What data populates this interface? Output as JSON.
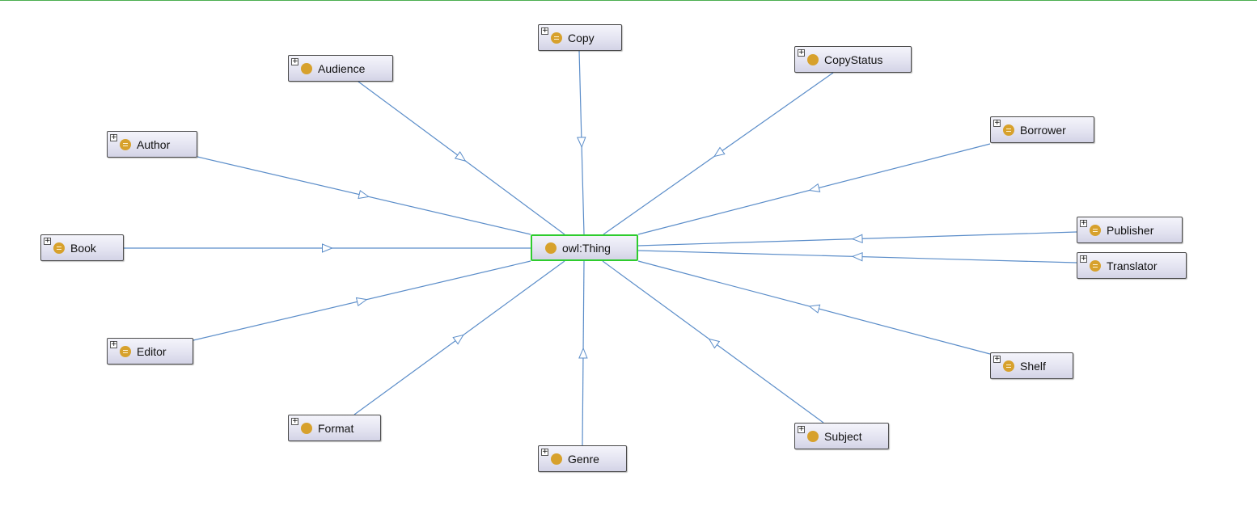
{
  "diagram": {
    "root": {
      "id": "owl-thing",
      "label": "owl:Thing"
    },
    "nodes": [
      {
        "id": "copy",
        "label": "Copy",
        "icon": "defined-class-icon"
      },
      {
        "id": "copystatus",
        "label": "CopyStatus",
        "icon": "class-icon"
      },
      {
        "id": "borrower",
        "label": "Borrower",
        "icon": "defined-class-icon"
      },
      {
        "id": "publisher",
        "label": "Publisher",
        "icon": "defined-class-icon"
      },
      {
        "id": "translator",
        "label": "Translator",
        "icon": "defined-class-icon"
      },
      {
        "id": "shelf",
        "label": "Shelf",
        "icon": "defined-class-icon"
      },
      {
        "id": "subject",
        "label": "Subject",
        "icon": "class-icon"
      },
      {
        "id": "genre",
        "label": "Genre",
        "icon": "class-icon"
      },
      {
        "id": "format",
        "label": "Format",
        "icon": "class-icon"
      },
      {
        "id": "editor",
        "label": "Editor",
        "icon": "defined-class-icon"
      },
      {
        "id": "book",
        "label": "Book",
        "icon": "defined-class-icon"
      },
      {
        "id": "author",
        "label": "Author",
        "icon": "defined-class-icon"
      },
      {
        "id": "audience",
        "label": "Audience",
        "icon": "class-icon"
      }
    ],
    "edges": [
      {
        "from": "copy",
        "to": "owl-thing",
        "type": "subclass-of"
      },
      {
        "from": "copystatus",
        "to": "owl-thing",
        "type": "subclass-of"
      },
      {
        "from": "borrower",
        "to": "owl-thing",
        "type": "subclass-of"
      },
      {
        "from": "publisher",
        "to": "owl-thing",
        "type": "subclass-of"
      },
      {
        "from": "translator",
        "to": "owl-thing",
        "type": "subclass-of"
      },
      {
        "from": "shelf",
        "to": "owl-thing",
        "type": "subclass-of"
      },
      {
        "from": "subject",
        "to": "owl-thing",
        "type": "subclass-of"
      },
      {
        "from": "genre",
        "to": "owl-thing",
        "type": "subclass-of"
      },
      {
        "from": "format",
        "to": "owl-thing",
        "type": "subclass-of"
      },
      {
        "from": "editor",
        "to": "owl-thing",
        "type": "subclass-of"
      },
      {
        "from": "book",
        "to": "owl-thing",
        "type": "subclass-of"
      },
      {
        "from": "author",
        "to": "owl-thing",
        "type": "subclass-of"
      },
      {
        "from": "audience",
        "to": "owl-thing",
        "type": "subclass-of"
      }
    ],
    "expander_symbol": "+",
    "colors": {
      "edge": "#5b8dc9",
      "root_border": "#2ecc2e",
      "class_icon": "#d7a12c",
      "top_border": "#4caf50"
    }
  }
}
